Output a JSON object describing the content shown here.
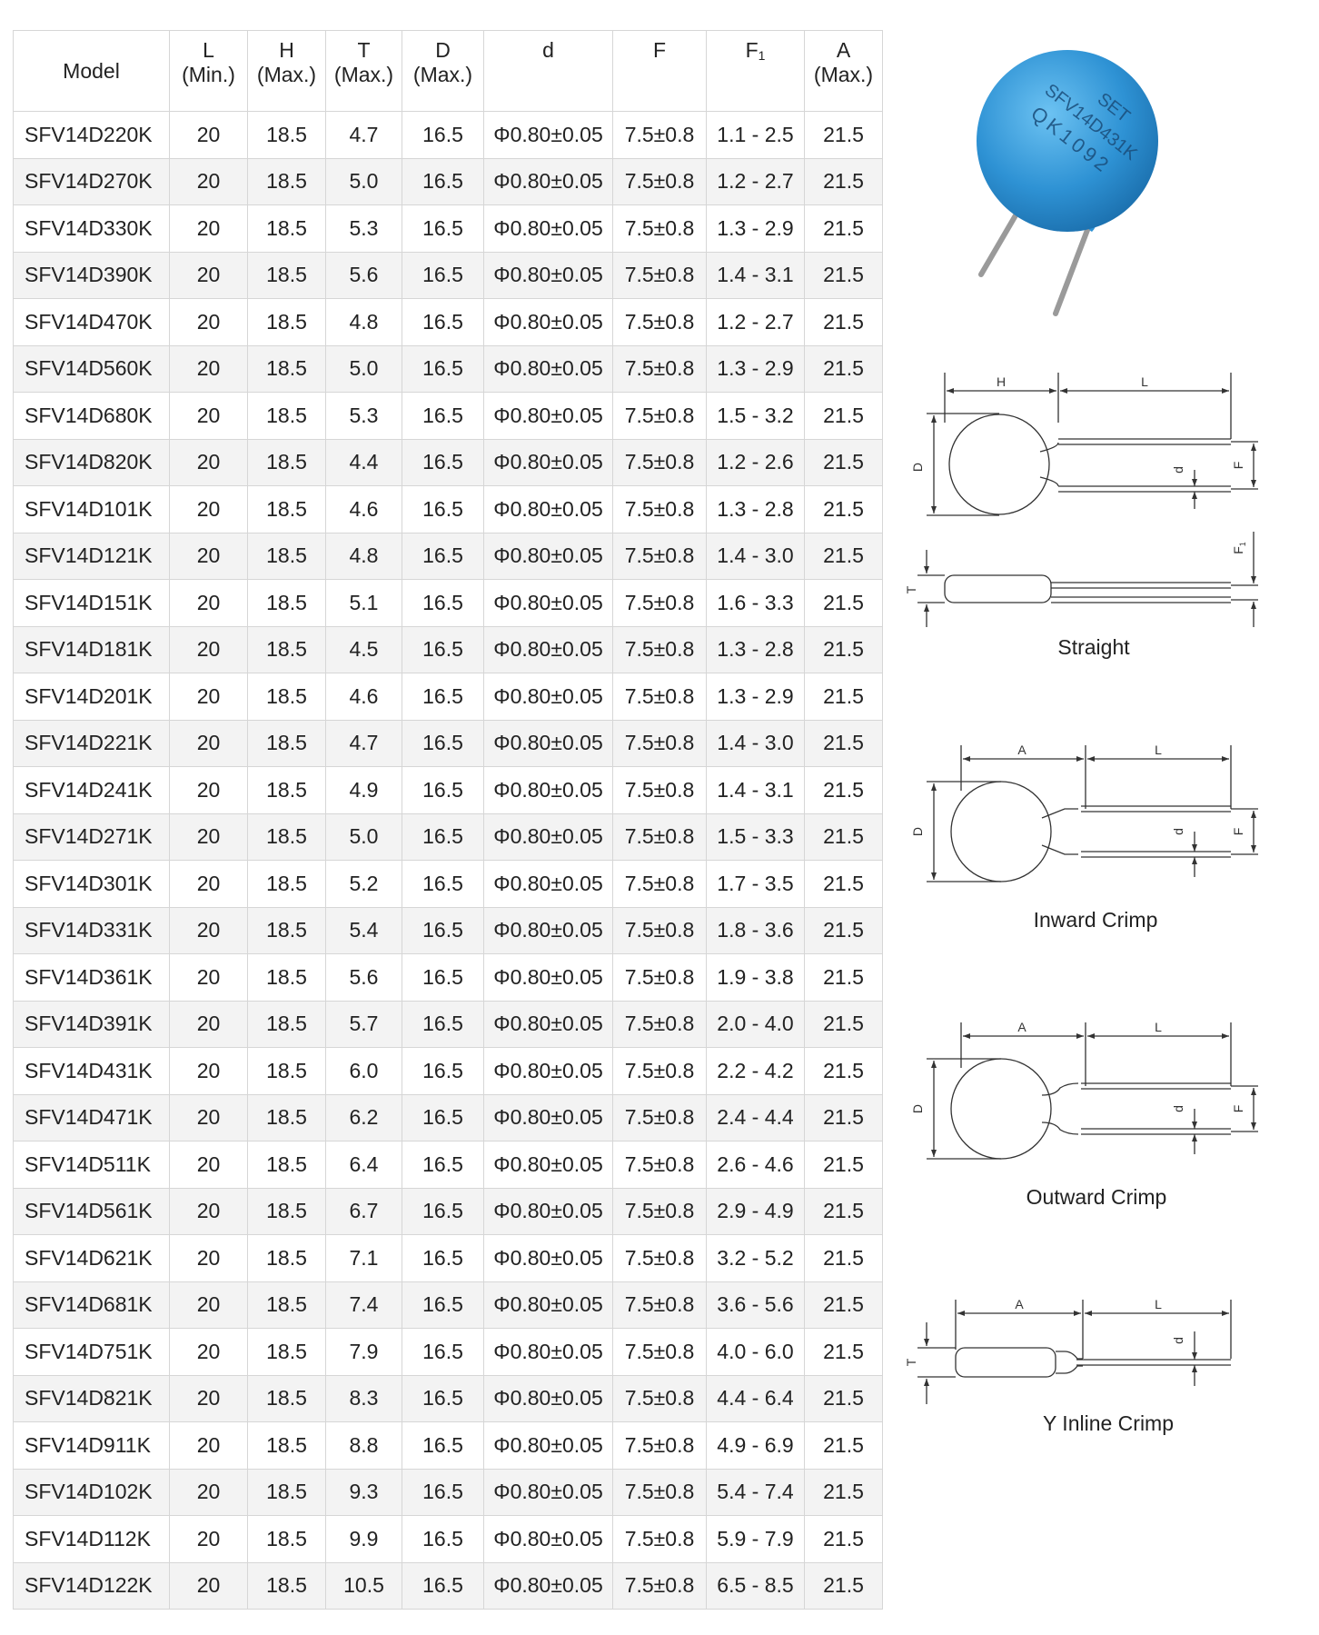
{
  "table": {
    "headers": [
      {
        "line1": "Model",
        "line2": ""
      },
      {
        "line1": "L",
        "line2": "(Min.)"
      },
      {
        "line1": "H",
        "line2": "(Max.)"
      },
      {
        "line1": "T",
        "line2": "(Max.)"
      },
      {
        "line1": "D",
        "line2": "(Max.)"
      },
      {
        "line1": "d",
        "line2": ""
      },
      {
        "line1": "F",
        "line2": ""
      },
      {
        "line1": "F",
        "sub": "1",
        "line2": ""
      },
      {
        "line1": "A",
        "line2": "(Max.)"
      }
    ],
    "rows": [
      [
        "SFV14D220K",
        "20",
        "18.5",
        "4.7",
        "16.5",
        "Φ0.80±0.05",
        "7.5±0.8",
        "1.1 - 2.5",
        "21.5"
      ],
      [
        "SFV14D270K",
        "20",
        "18.5",
        "5.0",
        "16.5",
        "Φ0.80±0.05",
        "7.5±0.8",
        "1.2 - 2.7",
        "21.5"
      ],
      [
        "SFV14D330K",
        "20",
        "18.5",
        "5.3",
        "16.5",
        "Φ0.80±0.05",
        "7.5±0.8",
        "1.3 - 2.9",
        "21.5"
      ],
      [
        "SFV14D390K",
        "20",
        "18.5",
        "5.6",
        "16.5",
        "Φ0.80±0.05",
        "7.5±0.8",
        "1.4 - 3.1",
        "21.5"
      ],
      [
        "SFV14D470K",
        "20",
        "18.5",
        "4.8",
        "16.5",
        "Φ0.80±0.05",
        "7.5±0.8",
        "1.2 - 2.7",
        "21.5"
      ],
      [
        "SFV14D560K",
        "20",
        "18.5",
        "5.0",
        "16.5",
        "Φ0.80±0.05",
        "7.5±0.8",
        "1.3 - 2.9",
        "21.5"
      ],
      [
        "SFV14D680K",
        "20",
        "18.5",
        "5.3",
        "16.5",
        "Φ0.80±0.05",
        "7.5±0.8",
        "1.5 - 3.2",
        "21.5"
      ],
      [
        "SFV14D820K",
        "20",
        "18.5",
        "4.4",
        "16.5",
        "Φ0.80±0.05",
        "7.5±0.8",
        "1.2 - 2.6",
        "21.5"
      ],
      [
        "SFV14D101K",
        "20",
        "18.5",
        "4.6",
        "16.5",
        "Φ0.80±0.05",
        "7.5±0.8",
        "1.3 - 2.8",
        "21.5"
      ],
      [
        "SFV14D121K",
        "20",
        "18.5",
        "4.8",
        "16.5",
        "Φ0.80±0.05",
        "7.5±0.8",
        "1.4 - 3.0",
        "21.5"
      ],
      [
        "SFV14D151K",
        "20",
        "18.5",
        "5.1",
        "16.5",
        "Φ0.80±0.05",
        "7.5±0.8",
        "1.6 - 3.3",
        "21.5"
      ],
      [
        "SFV14D181K",
        "20",
        "18.5",
        "4.5",
        "16.5",
        "Φ0.80±0.05",
        "7.5±0.8",
        "1.3 - 2.8",
        "21.5"
      ],
      [
        "SFV14D201K",
        "20",
        "18.5",
        "4.6",
        "16.5",
        "Φ0.80±0.05",
        "7.5±0.8",
        "1.3 - 2.9",
        "21.5"
      ],
      [
        "SFV14D221K",
        "20",
        "18.5",
        "4.7",
        "16.5",
        "Φ0.80±0.05",
        "7.5±0.8",
        "1.4 - 3.0",
        "21.5"
      ],
      [
        "SFV14D241K",
        "20",
        "18.5",
        "4.9",
        "16.5",
        "Φ0.80±0.05",
        "7.5±0.8",
        "1.4 - 3.1",
        "21.5"
      ],
      [
        "SFV14D271K",
        "20",
        "18.5",
        "5.0",
        "16.5",
        "Φ0.80±0.05",
        "7.5±0.8",
        "1.5 - 3.3",
        "21.5"
      ],
      [
        "SFV14D301K",
        "20",
        "18.5",
        "5.2",
        "16.5",
        "Φ0.80±0.05",
        "7.5±0.8",
        "1.7 - 3.5",
        "21.5"
      ],
      [
        "SFV14D331K",
        "20",
        "18.5",
        "5.4",
        "16.5",
        "Φ0.80±0.05",
        "7.5±0.8",
        "1.8 - 3.6",
        "21.5"
      ],
      [
        "SFV14D361K",
        "20",
        "18.5",
        "5.6",
        "16.5",
        "Φ0.80±0.05",
        "7.5±0.8",
        "1.9 - 3.8",
        "21.5"
      ],
      [
        "SFV14D391K",
        "20",
        "18.5",
        "5.7",
        "16.5",
        "Φ0.80±0.05",
        "7.5±0.8",
        "2.0 - 4.0",
        "21.5"
      ],
      [
        "SFV14D431K",
        "20",
        "18.5",
        "6.0",
        "16.5",
        "Φ0.80±0.05",
        "7.5±0.8",
        "2.2 - 4.2",
        "21.5"
      ],
      [
        "SFV14D471K",
        "20",
        "18.5",
        "6.2",
        "16.5",
        "Φ0.80±0.05",
        "7.5±0.8",
        "2.4 - 4.4",
        "21.5"
      ],
      [
        "SFV14D511K",
        "20",
        "18.5",
        "6.4",
        "16.5",
        "Φ0.80±0.05",
        "7.5±0.8",
        "2.6 - 4.6",
        "21.5"
      ],
      [
        "SFV14D561K",
        "20",
        "18.5",
        "6.7",
        "16.5",
        "Φ0.80±0.05",
        "7.5±0.8",
        "2.9 - 4.9",
        "21.5"
      ],
      [
        "SFV14D621K",
        "20",
        "18.5",
        "7.1",
        "16.5",
        "Φ0.80±0.05",
        "7.5±0.8",
        "3.2 - 5.2",
        "21.5"
      ],
      [
        "SFV14D681K",
        "20",
        "18.5",
        "7.4",
        "16.5",
        "Φ0.80±0.05",
        "7.5±0.8",
        "3.6 - 5.6",
        "21.5"
      ],
      [
        "SFV14D751K",
        "20",
        "18.5",
        "7.9",
        "16.5",
        "Φ0.80±0.05",
        "7.5±0.8",
        "4.0 - 6.0",
        "21.5"
      ],
      [
        "SFV14D821K",
        "20",
        "18.5",
        "8.3",
        "16.5",
        "Φ0.80±0.05",
        "7.5±0.8",
        "4.4 - 6.4",
        "21.5"
      ],
      [
        "SFV14D911K",
        "20",
        "18.5",
        "8.8",
        "16.5",
        "Φ0.80±0.05",
        "7.5±0.8",
        "4.9 - 6.9",
        "21.5"
      ],
      [
        "SFV14D102K",
        "20",
        "18.5",
        "9.3",
        "16.5",
        "Φ0.80±0.05",
        "7.5±0.8",
        "5.4 - 7.4",
        "21.5"
      ],
      [
        "SFV14D112K",
        "20",
        "18.5",
        "9.9",
        "16.5",
        "Φ0.80±0.05",
        "7.5±0.8",
        "5.9 - 7.9",
        "21.5"
      ],
      [
        "SFV14D122K",
        "20",
        "18.5",
        "10.5",
        "16.5",
        "Φ0.80±0.05",
        "7.5±0.8",
        "6.5 - 8.5",
        "21.5"
      ]
    ]
  },
  "photo": {
    "marking_line1": "SET",
    "marking_line2": "SFV14D431K",
    "marking_line3": "QK1092",
    "body_color": "#2e92d4",
    "lead_color": "#9a9a9a"
  },
  "diagrams": {
    "straight": {
      "caption": "Straight",
      "labels": {
        "H": "H",
        "L": "L",
        "D": "D",
        "d": "d",
        "F": "F",
        "F1": "F",
        "F1_sub": "1",
        "T": "T"
      }
    },
    "inward": {
      "caption": "Inward Crimp",
      "labels": {
        "A": "A",
        "L": "L",
        "D": "D",
        "d": "d",
        "F": "F"
      }
    },
    "outward": {
      "caption": "Outward Crimp",
      "labels": {
        "A": "A",
        "L": "L",
        "D": "D",
        "d": "d",
        "F": "F"
      }
    },
    "yinline": {
      "caption": "Y Inline Crimp",
      "labels": {
        "A": "A",
        "L": "L",
        "d": "d",
        "T": "T"
      }
    }
  }
}
